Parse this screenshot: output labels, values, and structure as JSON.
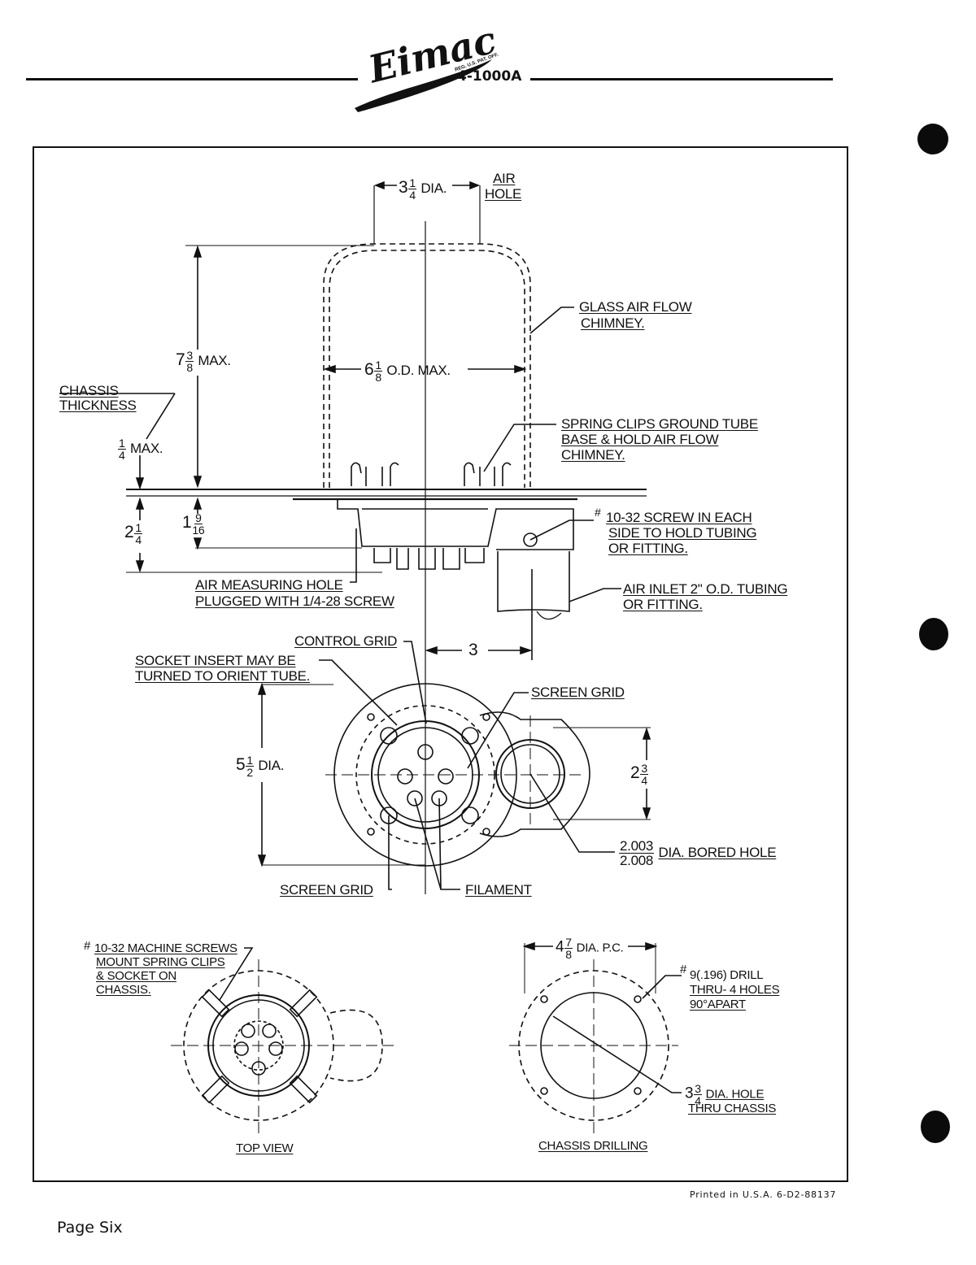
{
  "header": {
    "brand": "Eimac",
    "brand_fineprint": "REG. U.S. PAT. OFF.",
    "model": "4-1000A"
  },
  "labels": {
    "air_hole_line1": "AIR",
    "air_hole_line2": "HOLE",
    "dia_3_whole": "3",
    "dia_3_num": "1",
    "dia_3_den": "4",
    "dia_3_suffix": "DIA.",
    "height_whole": "7",
    "height_num": "3",
    "height_den": "8",
    "height_suffix": "MAX.",
    "od_whole": "6",
    "od_num": "1",
    "od_den": "8",
    "od_suffix": "O.D.  MAX.",
    "glass_chimney_line1": "GLASS AIR FLOW",
    "glass_chimney_line2": "CHIMNEY.",
    "chassis_thickness_line1": "CHASSIS",
    "chassis_thickness_line2": "THICKNESS",
    "quarter_num": "1",
    "quarter_den": "4",
    "quarter_suffix": "MAX.",
    "spring_clips_line1": "SPRING CLIPS GROUND TUBE",
    "spring_clips_line2": "BASE & HOLD AIR FLOW",
    "spring_clips_line3": "CHIMNEY.",
    "dim_2q_whole": "2",
    "dim_2q_num": "1",
    "dim_2q_den": "4",
    "dim_1_9_16_whole": "1",
    "dim_1_9_16_num": "9",
    "dim_1_9_16_den": "16",
    "screw_note_mark": "#",
    "screw_note_line1": "10-32  SCREW IN EACH",
    "screw_note_line2": "SIDE TO HOLD TUBING",
    "screw_note_line3": "OR FITTING.",
    "air_measuring_line1": "AIR MEASURING HOLE",
    "air_measuring_line2": "PLUGGED WITH 1/4-28 SCREW",
    "air_inlet_line1": "AIR INLET  2\" O.D. TUBING",
    "air_inlet_line2": "OR  FITTING.",
    "control_grid": "CONTROL GRID",
    "dim_3": "3",
    "socket_insert_line1": "SOCKET INSERT MAY BE",
    "socket_insert_line2": "TURNED  TO ORIENT  TUBE.",
    "screen_grid_top": "SCREEN GRID",
    "dia_5_whole": "5",
    "dia_5_num": "1",
    "dia_5_den": "2",
    "dia_5_suffix": "DIA.",
    "dim_2_3_4_whole": "2",
    "dim_2_3_4_num": "3",
    "dim_2_3_4_den": "4",
    "bored_num": "2.003",
    "bored_den": "2.008",
    "bored_suffix": "DIA. BORED HOLE",
    "screen_grid_bottom": "SCREEN GRID",
    "filament": "FILAMENT",
    "machine_screws_mark": "#",
    "machine_screws_line1": "10-32 MACHINE SCREWS",
    "machine_screws_line2": "MOUNT  SPRING CLIPS",
    "machine_screws_line3": "& SOCKET  ON",
    "machine_screws_line4": "CHASSIS.",
    "top_view": "TOP VIEW",
    "pc_whole": "4",
    "pc_num": "7",
    "pc_den": "8",
    "pc_suffix": "DIA. P.C.",
    "drill_mark": "#",
    "drill_line1": "9(.196) DRILL",
    "drill_line2": "THRU- 4 HOLES",
    "drill_line3": "90°APART",
    "hole_whole": "3",
    "hole_num": "3",
    "hole_den": "4",
    "hole_suffix": "DIA. HOLE",
    "hole_line2": "THRU  CHASSIS",
    "chassis_drilling": "CHASSIS DRILLING"
  },
  "footer": {
    "printed": "Printed in U.S.A.  6-D2-88137",
    "page": "Page Six"
  }
}
